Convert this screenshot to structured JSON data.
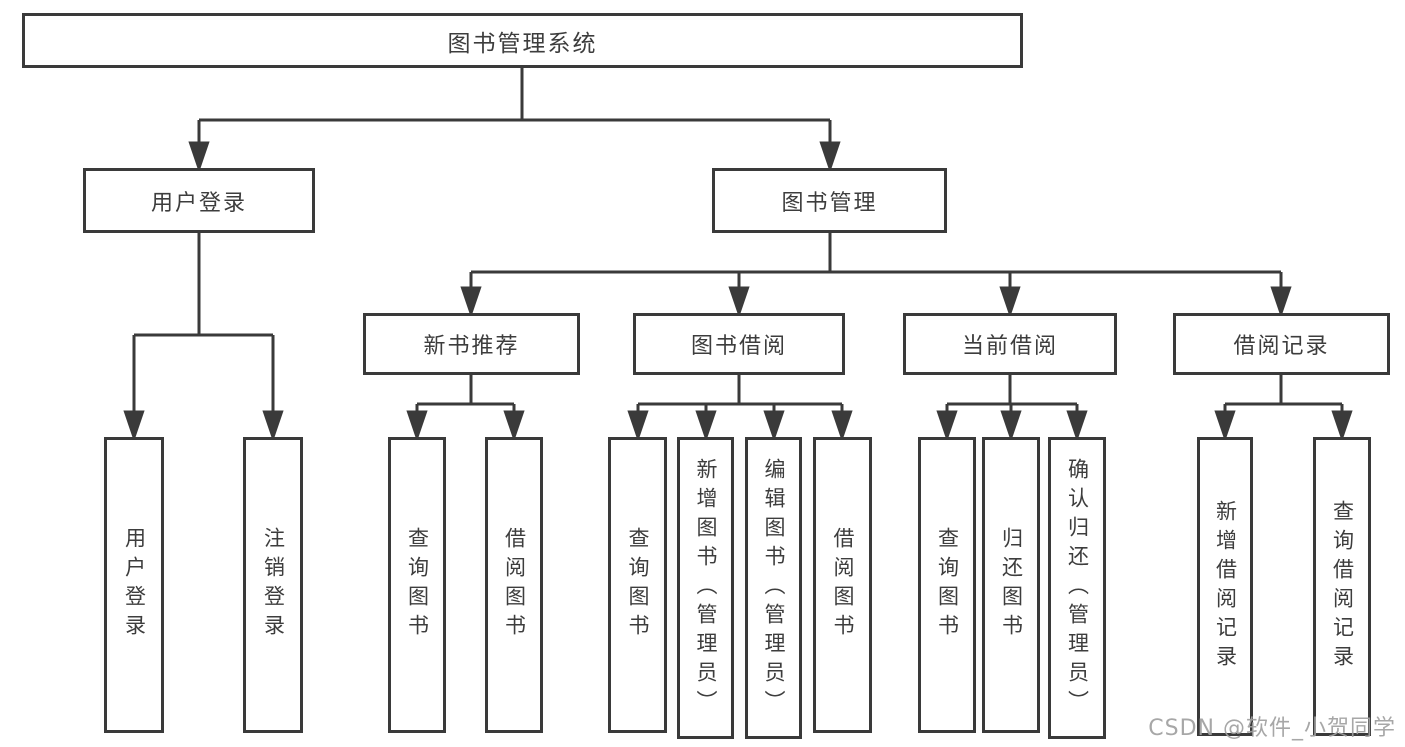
{
  "nodes": {
    "root": "图书管理系统",
    "level2": {
      "user_login": "用户登录",
      "book_management": "图书管理"
    },
    "level3": {
      "new_book_recommend": "新书推荐",
      "book_borrow": "图书借阅",
      "current_borrow": "当前借阅",
      "borrow_records": "借阅记录"
    },
    "leaves": {
      "user_login": "用户登录",
      "logout": "注销登录",
      "query_book_rec": "查询图书",
      "borrow_book_rec": "借阅图书",
      "query_book_borrow": "查询图书",
      "add_book_admin": "新增图书（管理员）",
      "edit_book_admin": "编辑图书（管理员）",
      "borrow_book_borrow": "借阅图书",
      "query_book_current": "查询图书",
      "return_book": "归还图书",
      "confirm_return_admin": "确认归还（管理员）",
      "add_borrow_record": "新增借阅记录",
      "query_borrow_record": "查询借阅记录"
    }
  },
  "watermark": "CSDN @软件_小贺同学",
  "colors": {
    "line": "#3a3a3a",
    "text": "#3d3d3d",
    "background": "#ffffff",
    "watermark": "#a0a0a0"
  }
}
